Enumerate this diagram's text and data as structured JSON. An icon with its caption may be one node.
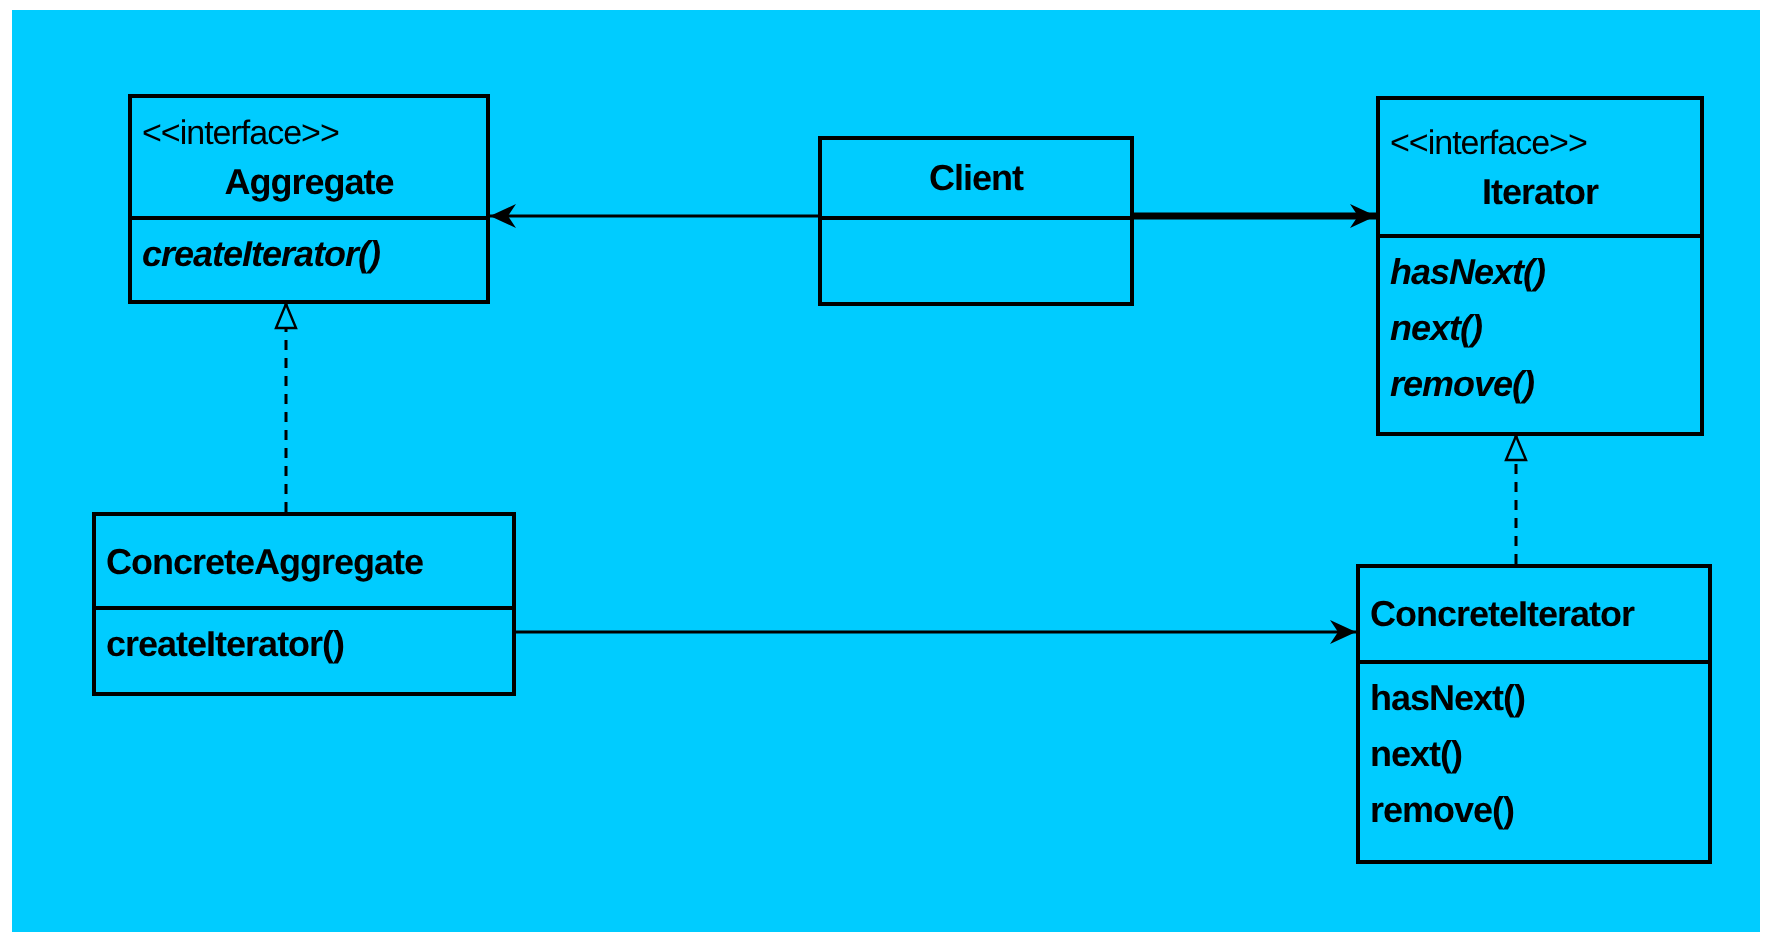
{
  "diagram": {
    "nodes": [
      {
        "text": [
          "<<interface>>",
          "Aggregate",
          "createIterator()"
        ]
      },
      {
        "text": [
          "<<interface>>",
          "Iterator",
          "hasNext()",
          "next()",
          "remove()"
        ]
      },
      {
        "text": [
          "Client"
        ]
      },
      {
        "text": [
          "ConcreteAggregate",
          "createIterator()"
        ]
      },
      {
        "text": [
          "ConcreteIterator",
          "hasNext()",
          "next()",
          "remove()"
        ]
      }
    ],
    "edges": [
      {
        "from": 2,
        "to": 0,
        "arrow": "to"
      },
      {
        "from": 2,
        "to": 1,
        "arrow": "to",
        "style": "thick"
      },
      {
        "from": 3,
        "to": 0,
        "arrow": "to",
        "style": "dashed"
      },
      {
        "from": 4,
        "to": 1,
        "arrow": "to",
        "style": "dashed"
      },
      {
        "from": 3,
        "to": 4,
        "arrow": "to"
      }
    ]
  }
}
